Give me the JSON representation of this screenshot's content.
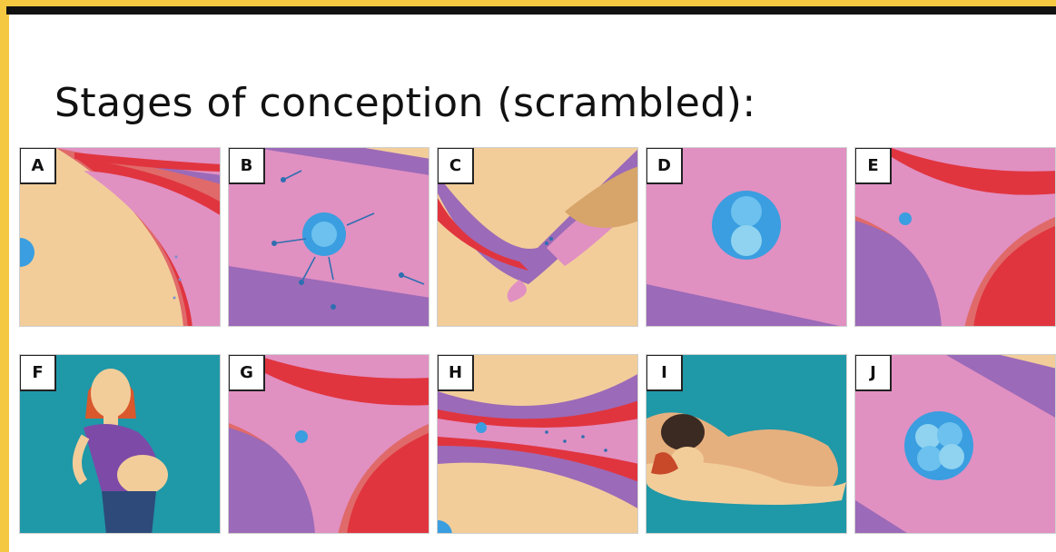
{
  "title": "Stages of conception (scrambled):",
  "colors": {
    "frame": "#f5c842",
    "skin": "#f2cd9a",
    "pink": "#e190c2",
    "purple": "#9b6ab8",
    "red": "#e0353f",
    "salmon": "#e06a6a",
    "teal": "#1f98a8",
    "cell_blue": "#3a9ee0"
  },
  "panels": [
    {
      "label": "A",
      "icon": "cervix-sperm-entry"
    },
    {
      "label": "B",
      "icon": "egg-surrounded-by-sperm"
    },
    {
      "label": "C",
      "icon": "fallopian-tube-fimbriae"
    },
    {
      "label": "D",
      "icon": "two-cell-zygote"
    },
    {
      "label": "E",
      "icon": "blastocyst-in-uterus"
    },
    {
      "label": "F",
      "icon": "pregnant-woman"
    },
    {
      "label": "G",
      "icon": "implantation-in-uterus"
    },
    {
      "label": "H",
      "icon": "sperm-travel-in-tube"
    },
    {
      "label": "I",
      "icon": "couple-embracing"
    },
    {
      "label": "J",
      "icon": "four-cell-embryo"
    }
  ]
}
